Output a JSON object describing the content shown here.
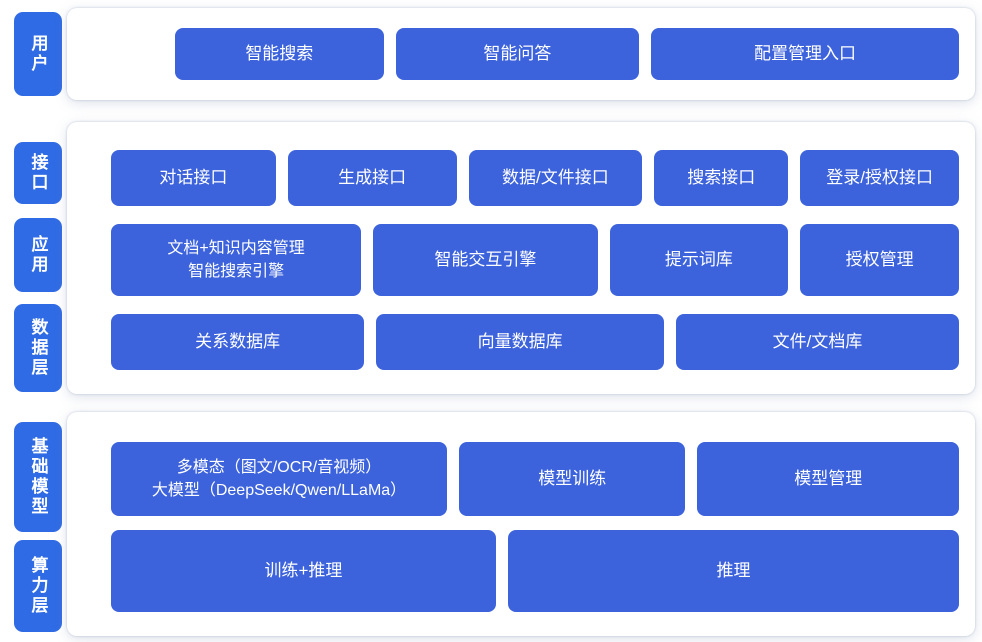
{
  "colors": {
    "block_blue": "#3D63DC",
    "label_blue": "#2F6BE4"
  },
  "bands": [
    {
      "labels": [
        {
          "text": "用户"
        }
      ],
      "rows": [
        {
          "blocks": [
            {
              "text": "智能搜索"
            },
            {
              "text": "智能问答"
            },
            {
              "text": "配置管理入口"
            }
          ]
        }
      ]
    },
    {
      "labels": [
        {
          "text": "接口"
        },
        {
          "text": "应用"
        },
        {
          "text": "数据层"
        }
      ],
      "rows": [
        {
          "blocks": [
            {
              "text": "对话接口"
            },
            {
              "text": "生成接口"
            },
            {
              "text": "数据/文件接口"
            },
            {
              "text": "搜索接口"
            },
            {
              "text": "登录/授权接口"
            }
          ]
        },
        {
          "blocks": [
            {
              "text": "文档+知识内容管理",
              "text2": "智能搜索引擎"
            },
            {
              "text": "智能交互引擎"
            },
            {
              "text": "提示词库"
            },
            {
              "text": "授权管理"
            }
          ]
        },
        {
          "blocks": [
            {
              "text": "关系数据库"
            },
            {
              "text": "向量数据库"
            },
            {
              "text": "文件/文档库"
            }
          ]
        }
      ]
    },
    {
      "labels": [
        {
          "text": "基础模型"
        },
        {
          "text": "算力层"
        }
      ],
      "rows": [
        {
          "blocks": [
            {
              "text": "多模态（图文/OCR/音视频）",
              "text2": "大模型（DeepSeek/Qwen/LLaMa）"
            },
            {
              "text": "模型训练"
            },
            {
              "text": "模型管理"
            }
          ]
        },
        {
          "blocks": [
            {
              "text": "训练+推理"
            },
            {
              "text": "推理"
            }
          ]
        }
      ]
    }
  ]
}
